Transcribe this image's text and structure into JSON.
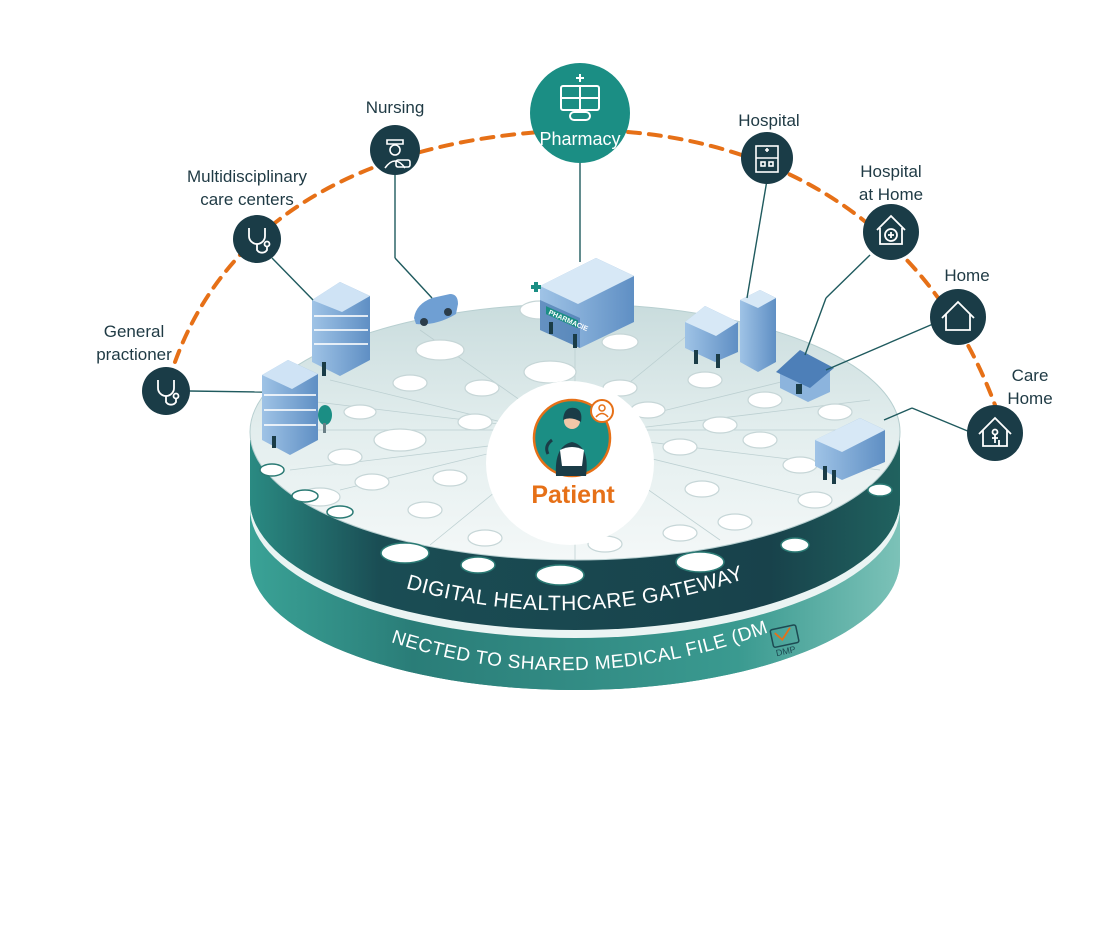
{
  "colors": {
    "node_fill": "#1a3c47",
    "pharmacy_fill": "#1b8e84",
    "arc_dash": "#e67017",
    "patient_accent": "#e67017",
    "band_dark": "#1d4a52",
    "band_light": "#2f8f86"
  },
  "nodes": [
    {
      "id": "general-practioner",
      "lines": [
        "General",
        "practioner"
      ],
      "icon": "stethoscope-icon"
    },
    {
      "id": "care-centers",
      "lines": [
        "Multidisciplinary",
        "care centers"
      ],
      "icon": "stethoscope-icon"
    },
    {
      "id": "nursing",
      "lines": [
        "Nursing"
      ],
      "icon": "nurse-icon"
    },
    {
      "id": "pharmacy",
      "lines": [
        "Pharmacy"
      ],
      "icon": "pharmacy-icon"
    },
    {
      "id": "hospital",
      "lines": [
        "Hospital"
      ],
      "icon": "hospital-icon"
    },
    {
      "id": "hospital-at-home",
      "lines": [
        "Hospital",
        "at Home"
      ],
      "icon": "house-heart-icon"
    },
    {
      "id": "home",
      "lines": [
        "Home"
      ],
      "icon": "house-icon"
    },
    {
      "id": "care-home",
      "lines": [
        "Care",
        "Home"
      ],
      "icon": "elderly-house-icon"
    }
  ],
  "patient": {
    "label": "Patient"
  },
  "platform": {
    "gateway_label": "DIGITAL HEALTHCARE GATEWAY",
    "dmp_label": "CONNECTED TO SHARED MEDICAL FILE (DMP)",
    "dmp_logo": "DMP"
  },
  "scene": {
    "pharmacy_sign": "PHARMACIE"
  }
}
